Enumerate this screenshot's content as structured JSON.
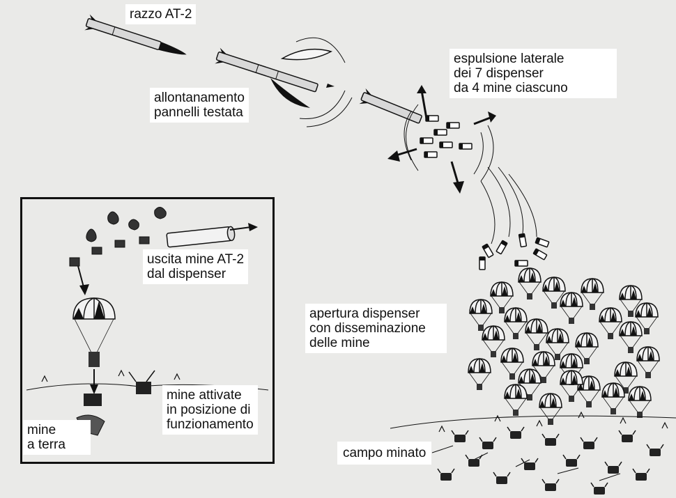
{
  "labels": {
    "rocket": "razzo AT-2",
    "panels": [
      "allontanamento",
      "pannelli testata"
    ],
    "lateral": [
      "espulsione laterale",
      "dei 7 dispenser",
      "da 4 mine ciascuno"
    ],
    "exit": [
      "uscita mine AT-2",
      "dal dispenser"
    ],
    "opening": [
      "apertura dispenser",
      "con disseminazione",
      "delle mine"
    ],
    "activated": [
      "mine attivate",
      "in posizione di",
      "funzionamento"
    ],
    "ground": [
      "mine",
      "a terra"
    ],
    "field": "campo minato"
  },
  "colors": {
    "background": "#eaeae8",
    "ink": "#111111",
    "label_bg": "#ffffff"
  }
}
